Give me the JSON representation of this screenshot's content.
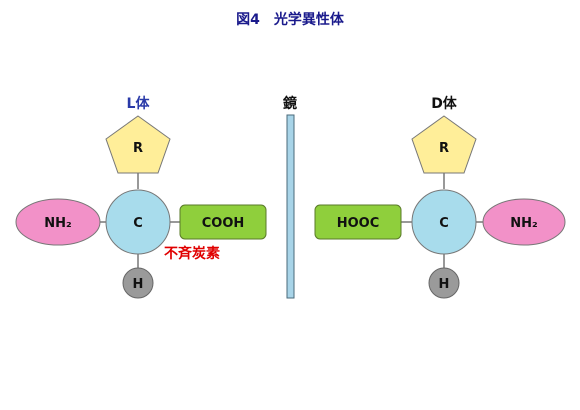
{
  "title": "図4　光学異性体",
  "mirror_label": "鏡",
  "left": {
    "label": "L体",
    "r": "R",
    "center": "C",
    "left_group": "NH₂",
    "right_group": "COOH",
    "bottom": "H",
    "note": "不斉炭素"
  },
  "right": {
    "label": "D体",
    "r": "R",
    "center": "C",
    "left_group": "HOOC",
    "right_group": "NH₂",
    "bottom": "H"
  },
  "colors": {
    "title": "#1a1a8c",
    "l_label": "#2a3aa8",
    "d_label": "#111111",
    "pentagon": "#ffee99",
    "carbon": "#a8dcec",
    "nh2": "#f291c8",
    "cooh": "#8fcf3c",
    "hydrogen": "#9a9a9a",
    "mirror": "#a8d4e8",
    "asym_note": "#e00000"
  }
}
